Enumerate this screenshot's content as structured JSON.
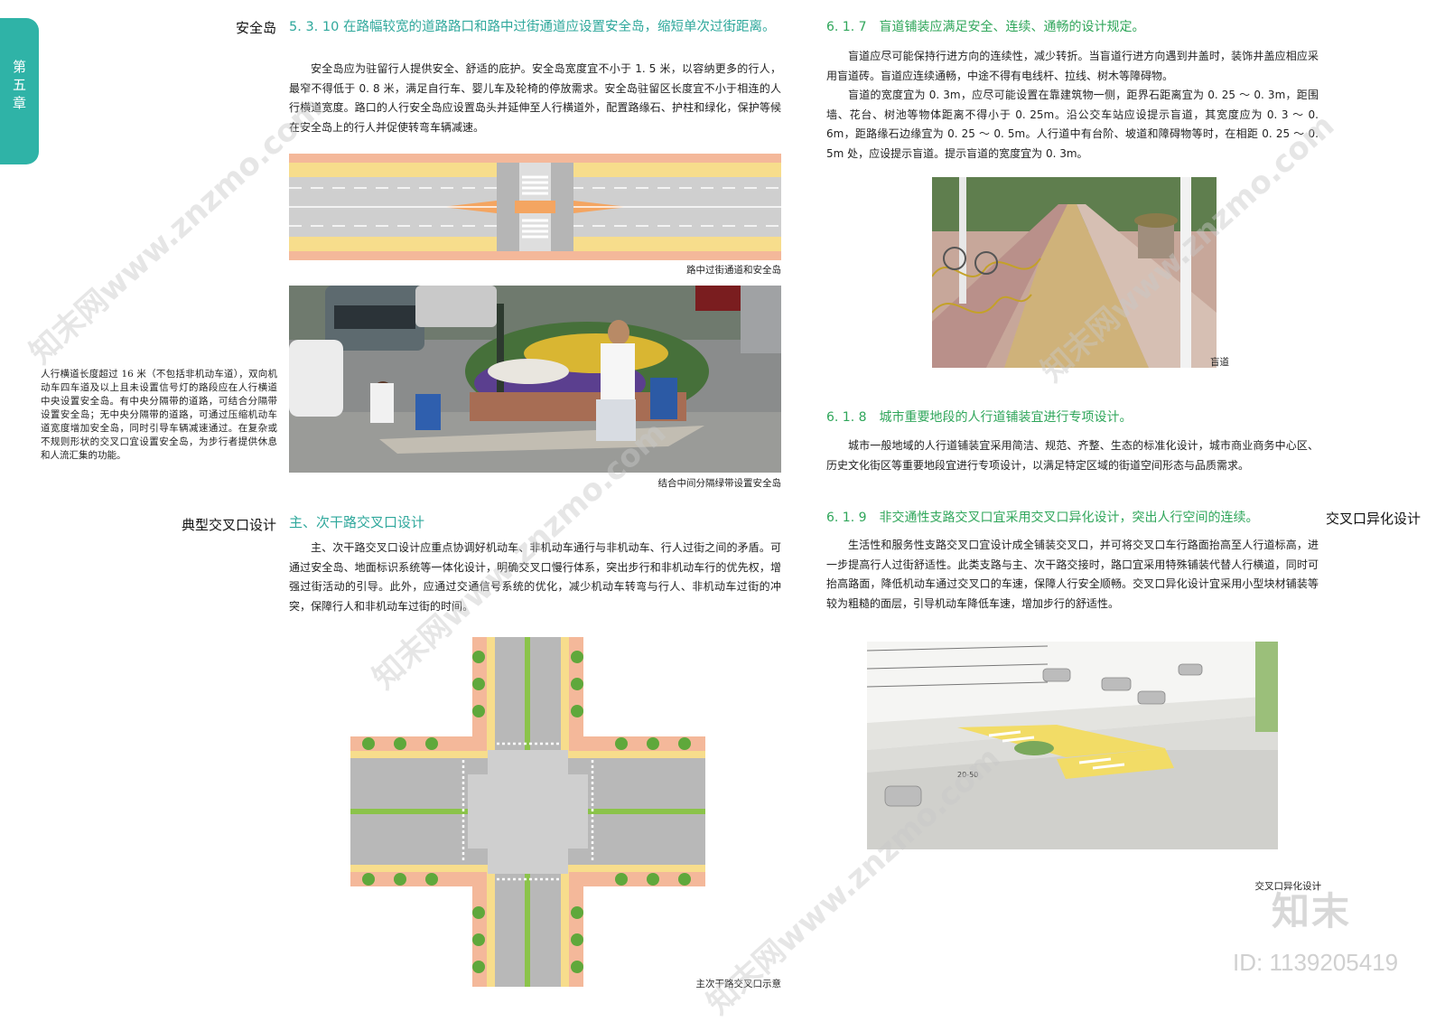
{
  "chapter_tab": {
    "chars": [
      "第",
      "五",
      "章"
    ]
  },
  "left": {
    "safety_island_label": "安全岛",
    "clause_5310_title": "5. 3. 10 在路幅较宽的道路路口和路中过街通道应设置安全岛，缩短单次过街距离。",
    "clause_5310_body": "安全岛应为驻留行人提供安全、舒适的庇护。安全岛宽度宜不小于 1. 5 米，以容纳更多的行人，最窄不得低于 0. 8 米，满足自行车、婴儿车及轮椅的停放需求。安全岛驻留区长度宜不小于相连的人行横道宽度。路口的人行安全岛应设置岛头并延伸至人行横道外，配置路缘石、护柱和绿化，保护等候在安全岛上的行人并促使转弯车辆减速。",
    "fig1_caption": "路中过街通道和安全岛",
    "fig2_caption": "结合中间分隔绿带设置安全岛",
    "side_note": "人行横道长度超过 16 米（不包括非机动车道），双向机动车四车道及以上且未设置信号灯的路段应在人行横道中央设置安全岛。有中央分隔带的道路，可结合分隔带设置安全岛；无中央分隔带的道路，可通过压缩机动车道宽度增加安全岛，同时引导车辆减速通过。在复杂或不规则形状的交叉口宜设置安全岛，为步行者提供休息和人流汇集的功能。",
    "typical_label": "典型交叉口设计",
    "section_title": "主、次干路交叉口设计",
    "section_body": "主、次干路交叉口设计应重点协调好机动车、非机动车通行与非机动车、行人过街之间的矛盾。可通过安全岛、地面标识系统等一体化设计，明确交叉口慢行体系，突出步行和非机动车行的优先权，增强过街活动的引导。此外，应通过交通信号系统的优化，减少机动车转弯与行人、非机动车过街的冲突，保障行人和非机动车过街的时间。",
    "fig3_caption": "主次干路交叉口示意"
  },
  "right": {
    "clause_617_title": "6. 1. 7　盲道铺装应满足安全、连续、通畅的设计规定。",
    "clause_617_p1": "盲道应尽可能保持行进方向的连续性，减少转折。当盲道行进方向遇到井盖时，装饰井盖应相应采用盲道砖。盲道应连续通畅，中途不得有电线杆、拉线、树木等障碍物。",
    "clause_617_p2": "盲道的宽度宜为 0. 3m，应尽可能设置在靠建筑物一侧，距界石距离宜为 0. 25 ～ 0. 3m，距围墙、花台、树池等物体距离不得小于 0. 25m。沿公交车站应设提示盲道，其宽度应为 0. 3 ～ 0. 6m，距路缘石边缘宜为 0. 25 ～ 0. 5m。人行道中有台阶、坡道和障碍物等时，在相距 0. 25 ～ 0. 5m 处，应设提示盲道。提示盲道的宽度宜为 0. 3m。",
    "fig4_caption": "盲道",
    "clause_618_title": "6. 1. 8　城市重要地段的人行道铺装宜进行专项设计。",
    "clause_618_body": "城市一般地域的人行道铺装宜采用简洁、规范、齐整、生态的标准化设计，城市商业商务中心区、历史文化街区等重要地段宜进行专项设计，以满足特定区域的街道空间形态与品质需求。",
    "clause_619_title": "6. 1. 9　非交通性支路交叉口宜采用交叉口异化设计，突出人行空间的连续。",
    "side_label_619": "交叉口异化设计",
    "clause_619_body": "生活性和服务性支路交叉口宜设计成全铺装交叉口，并可将交叉口车行路面抬高至人行道标高，进一步提高行人过街舒适性。此类支路与主、次干路交接时，路口宜采用特殊铺装代替人行横道，同时可抬高路面，降低机动车通过交叉口的车速，保障人行安全顺畅。交叉口异化设计宜采用小型块材铺装等较为粗糙的面层，引导机动车降低车速，增加步行的舒适性。",
    "fig5_caption": "交叉口异化设计",
    "sketch_label": "20-50"
  },
  "watermark": {
    "text": "知末网www.znzmo.com",
    "logo": "知末",
    "id": "ID: 1139205419"
  }
}
